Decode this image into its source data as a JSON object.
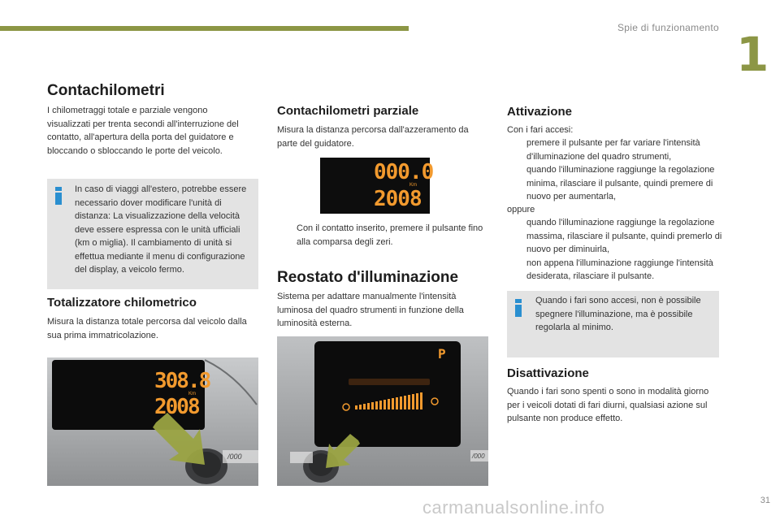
{
  "header": {
    "section_title": "Spie di funzionamento",
    "chapter_number": "1",
    "page_number": "31"
  },
  "watermark": "carmanualsonline.info",
  "col1": {
    "title": "Contachilometri",
    "intro": "I chilometraggi totale e parziale vengono visualizzati per trenta secondi all'interruzione del contatto, all'apertura della porta del guidatore e bloccando o sbloccando le porte del veicolo.",
    "note": "In caso di viaggi all'estero, potrebbe essere necessario dover modificare l'unità di distanza: La visualizzazione della velocità deve essere espressa con le unità ufficiali (km o miglia). Il cambiamento di unità si effettua mediante il menu di configurazione del display, a veicolo fermo.",
    "subtitle": "Totalizzatore chilometrico",
    "sub_text": "Misura la distanza totale percorsa dal veicolo dalla sua prima immatricolazione.",
    "photo": {
      "odo_total": "308.8",
      "odo_trip": "2008",
      "unit": "Km",
      "button_label": "/000"
    }
  },
  "col2": {
    "title": "Contachilometri parziale",
    "intro": "Misura la distanza percorsa dall'azzeramento da parte del guidatore.",
    "display": {
      "trip": "000.0",
      "unit": "Km",
      "total": "2008"
    },
    "bullet_marker": "",
    "bullet": "Con il contatto inserito, premere il pulsante fino alla comparsa degli zeri.",
    "title2": "Reostato d'illuminazione",
    "text2": "Sistema per adattare manualmente l'intensità luminosa del quadro strumenti in funzione della luminosità esterna.",
    "photo": {
      "gear": "P",
      "button_label": "/000"
    }
  },
  "col3": {
    "title": "Attivazione",
    "intro": "Con i fari accesi:",
    "bullets1": [
      "premere il pulsante per far variare l'intensità d'illuminazione del quadro strumenti,",
      "quando l'illuminazione raggiunge la regolazione minima, rilasciare il pulsante, quindi premere di nuovo per aumentarla,"
    ],
    "oppure": "oppure",
    "bullets2": [
      "quando l'illuminazione raggiunge la regolazione massima, rilasciare il pulsante, quindi premerlo di nuovo per diminuirla,",
      "non appena l'illuminazione raggiunge l'intensità desiderata, rilasciare il pulsante."
    ],
    "note": "Quando i fari sono accesi, non è possibile spegnere l'illuminazione, ma è possibile regolarla al minimo.",
    "title2": "Disattivazione",
    "text2": "Quando i fari sono spenti o sono in modalità giorno per i veicoli dotati di fari diurni, qualsiasi azione sul pulsante non produce effetto."
  },
  "colors": {
    "accent": "#8c9645",
    "info_blue": "#2a8fd0",
    "note_bg": "#e3e3e3",
    "lcd_orange": "#f29a2e"
  }
}
